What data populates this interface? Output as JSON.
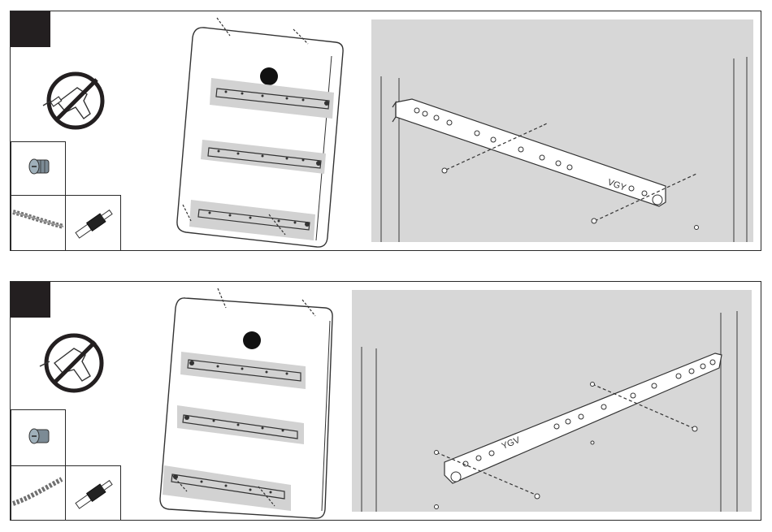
{
  "steps": [
    {
      "id": "step-1",
      "step_label": "",
      "tools": {
        "no_power_drill": true,
        "parts": [
          "cam-fitting-icon",
          "screw-strip-icon",
          "dowel-pin-icon"
        ]
      },
      "rail_mark": "VGY",
      "drawer_side_mark": "VGY"
    },
    {
      "id": "step-2",
      "step_label": "",
      "tools": {
        "no_power_drill": true,
        "parts": [
          "cam-fitting-icon",
          "screw-strip-icon",
          "dowel-pin-icon"
        ]
      },
      "rail_mark": "YGV",
      "drawer_side_mark": "YGV"
    }
  ],
  "colors": {
    "panel_border": "#2a2a2a",
    "step_box": "#231f20",
    "grey_bg": "#d7d7d7",
    "line": "#333333"
  }
}
